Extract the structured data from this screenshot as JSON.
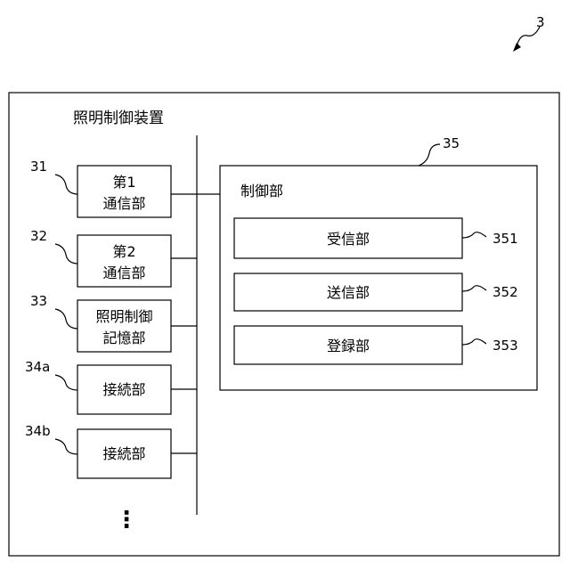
{
  "figure_ref": "3",
  "device": {
    "title": "照明制御装置"
  },
  "left_units": [
    {
      "ref": "31",
      "lines": [
        "第1",
        "通信部"
      ]
    },
    {
      "ref": "32",
      "lines": [
        "第2",
        "通信部"
      ]
    },
    {
      "ref": "33",
      "lines": [
        "照明制御",
        "記憶部"
      ]
    },
    {
      "ref": "34a",
      "lines": [
        "接続部"
      ]
    },
    {
      "ref": "34b",
      "lines": [
        "接続部"
      ]
    }
  ],
  "controller": {
    "ref": "35",
    "title": "制御部",
    "subunits": [
      {
        "ref": "351",
        "label": "受信部"
      },
      {
        "ref": "352",
        "label": "送信部"
      },
      {
        "ref": "353",
        "label": "登録部"
      }
    ]
  },
  "continuation": "⋮"
}
